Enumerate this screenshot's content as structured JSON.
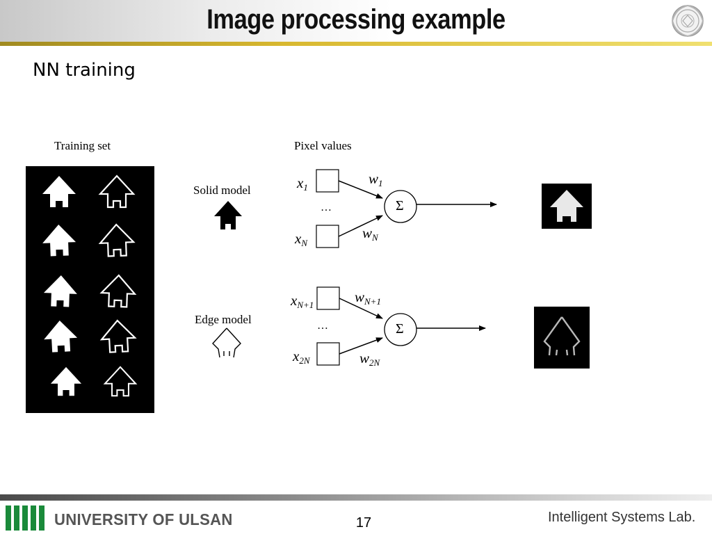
{
  "slide": {
    "title": "Image processing example",
    "subtitle": "NN training",
    "page_number": "17",
    "footer_university": "UNIVERSITY OF ULSAN",
    "footer_lab": "Intelligent Systems Lab."
  },
  "labels": {
    "training_set": "Training set",
    "pixel_values": "Pixel values",
    "solid_model": "Solid model",
    "edge_model": "Edge model",
    "ellipsis": "…",
    "sum_symbol": "Σ"
  },
  "neuron_solid": {
    "input_first": {
      "base": "x",
      "sub": "1"
    },
    "input_last": {
      "base": "x",
      "sub": "N"
    },
    "weight_first": {
      "base": "w",
      "sub": "1"
    },
    "weight_last": {
      "base": "w",
      "sub": "N"
    }
  },
  "neuron_edge": {
    "input_first": {
      "base": "x",
      "sub": "N+1"
    },
    "input_last": {
      "base": "x",
      "sub": "2N"
    },
    "weight_first": {
      "base": "w",
      "sub": "N+1"
    },
    "weight_last": {
      "base": "w",
      "sub": "2N"
    }
  },
  "training_set": {
    "rows": 5,
    "columns": [
      "solid",
      "edge"
    ]
  },
  "colors": {
    "accent_gold": "#d8b830",
    "logo_green": "#1a8a3a"
  }
}
